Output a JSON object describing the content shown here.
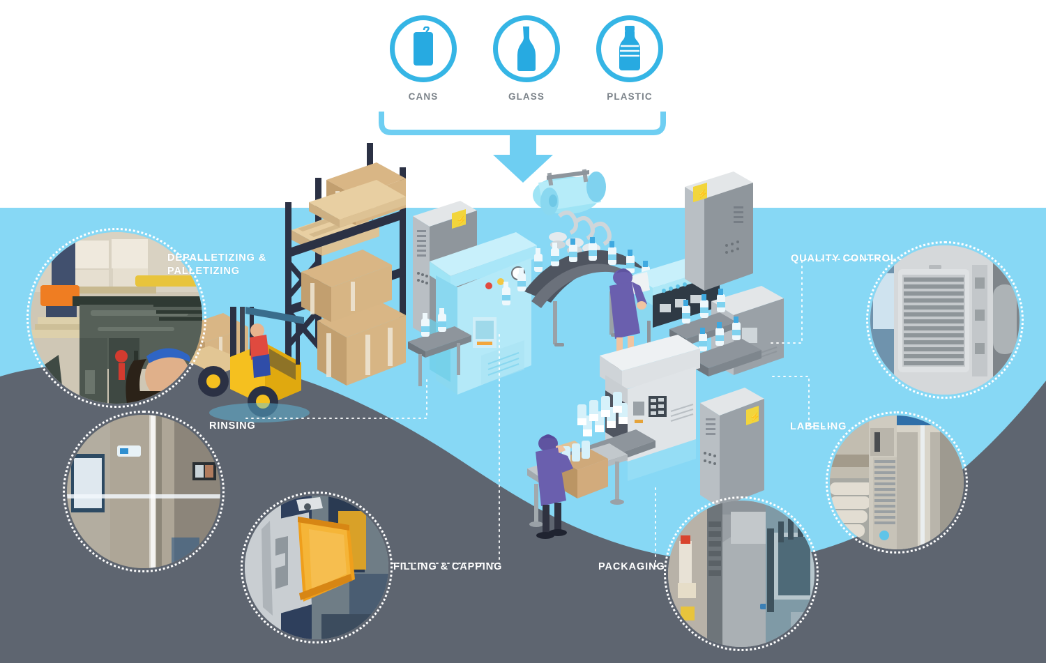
{
  "materials": {
    "items": [
      {
        "label": "CANS",
        "icon": "can-icon"
      },
      {
        "label": "GLASS",
        "icon": "glass-bottle-icon"
      },
      {
        "label": "PLASTIC",
        "icon": "plastic-bottle-icon"
      }
    ]
  },
  "flow": {
    "arrow_icon": "down-arrow-icon"
  },
  "steps": [
    {
      "id": "depalletizing",
      "label": "DEPALLETIZING &\nPALLETIZING",
      "line1": "DEPALLETIZING &",
      "line2": "PALLETIZING",
      "photo": "forklift-pallet-photo"
    },
    {
      "id": "rinsing",
      "label": "RINSING",
      "line1": "RINSING",
      "line2": "",
      "photo": "stainless-cabinet-photo"
    },
    {
      "id": "filling",
      "label": "FILLING & CAPPING",
      "line1": "FILLING & CAPPING",
      "line2": "",
      "photo": "amber-beacon-light-photo"
    },
    {
      "id": "packaging",
      "label": "PACKAGING",
      "line1": "PACKAGING",
      "line2": "",
      "photo": "stainless-enclosure-photo"
    },
    {
      "id": "labeling",
      "label": "LABELING",
      "line1": "LABELING",
      "line2": "",
      "photo": "cooling-unit-photo"
    },
    {
      "id": "quality",
      "label": "QUALITY CONTROL",
      "line1": "QUALITY CONTROL",
      "line2": "",
      "photo": "filter-fan-grille-photo"
    }
  ],
  "colors": {
    "sky_blue": "#87d8f5",
    "slate_gray": "#5e6570",
    "accent_blue": "#35b5e5",
    "bracket_blue": "#6ecef2",
    "label_gray": "#7b8289",
    "white": "#ffffff",
    "machine_cyan": "#9fe4f5",
    "machine_gray": "#b9bfc4",
    "conveyor_dark": "#4f5560",
    "worker_purple": "#6a5fae",
    "forklift_yellow": "#f5c01f",
    "carton_tan": "#d2ab7c",
    "hazard_yellow": "#f2d53c"
  },
  "scene": {
    "equipment": [
      {
        "name": "pallet-rack",
        "note": "three-tier rack with cartons and pallets"
      },
      {
        "name": "forklift",
        "note": "yellow forklift with driver carrying pallet of cartons"
      },
      {
        "name": "rinser-machine",
        "note": "cyan rinsing cabinet with gauge and indicator lamps"
      },
      {
        "name": "filler-capper",
        "note": "overhead tank feeding capping grippers over conveyor"
      },
      {
        "name": "control-panel-worker",
        "note": "operator in purple coat at control console"
      },
      {
        "name": "labeling-machine",
        "note": "grey machine after conveyor bend"
      },
      {
        "name": "shrink-wrap-machine",
        "note": "white packaging tunnel machine"
      },
      {
        "name": "packing-worker",
        "note": "worker in purple coat packing bottles into a carton"
      },
      {
        "name": "electrical-cabinet-left",
        "note": "grey cabinet with hazard label"
      },
      {
        "name": "electrical-cabinet-right",
        "note": "grey cabinet with hazard label"
      },
      {
        "name": "electrical-cabinet-bottom",
        "note": "grey cabinet with hazard label"
      }
    ]
  }
}
